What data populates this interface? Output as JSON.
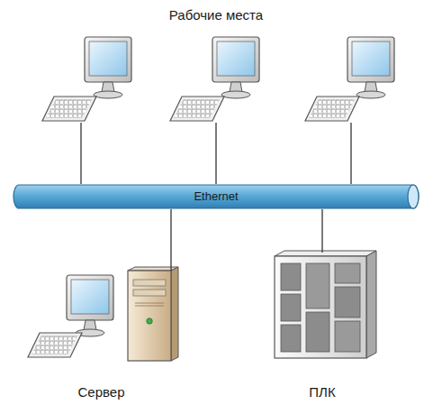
{
  "diagram": {
    "title": "Рабочие места",
    "nodes": [
      {
        "text": [
          "Ethernet"
        ]
      },
      {
        "text": [
          "Сервер"
        ]
      },
      {
        "text": [
          "ПЛК"
        ]
      }
    ],
    "edges": [
      {
        "from": 0,
        "to": 1,
        "arrow": "none"
      },
      {
        "from": 0,
        "to": 2,
        "arrow": "none"
      }
    ]
  }
}
